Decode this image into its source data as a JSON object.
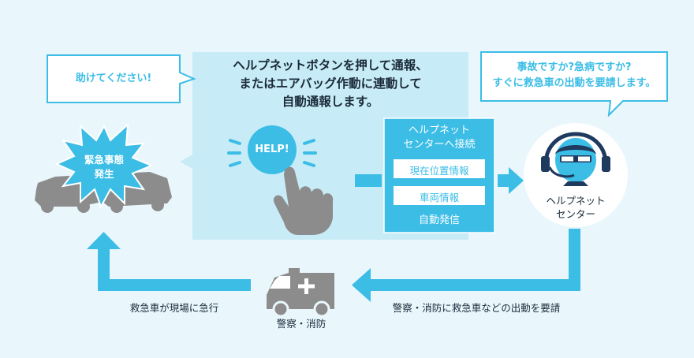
{
  "speech_left": "助けてください!",
  "speech_right": {
    "line1": "事故ですか?急病ですか?",
    "line2": "すぐに救急車の出動を要請します。"
  },
  "main_caption": {
    "line1": "ヘルプネットボタンを押して通報、",
    "line2": "またはエアバッグ作動に連動して",
    "line3": "自動通報します。"
  },
  "accident_label": {
    "line1": "緊急事態",
    "line2": "発生"
  },
  "help_button": "HELP!",
  "connect_box": {
    "title_line1": "ヘルプネット",
    "title_line2": "センターへ接続",
    "item1": "現在位置情報",
    "item2": "車両情報",
    "footer": "自動発信"
  },
  "center_label": {
    "line1": "ヘルプネット",
    "line2": "センター"
  },
  "police_fire_label": "警察・消防",
  "request_label": "警察・消防に救急車などの出動を要請",
  "rush_label": "救急車が現場に急行",
  "colors": {
    "background": "#e9f7fc",
    "panel": "#c8ecf7",
    "accent": "#3bbde6",
    "navy": "#1f3a5f",
    "gray": "#8c8c8c"
  }
}
